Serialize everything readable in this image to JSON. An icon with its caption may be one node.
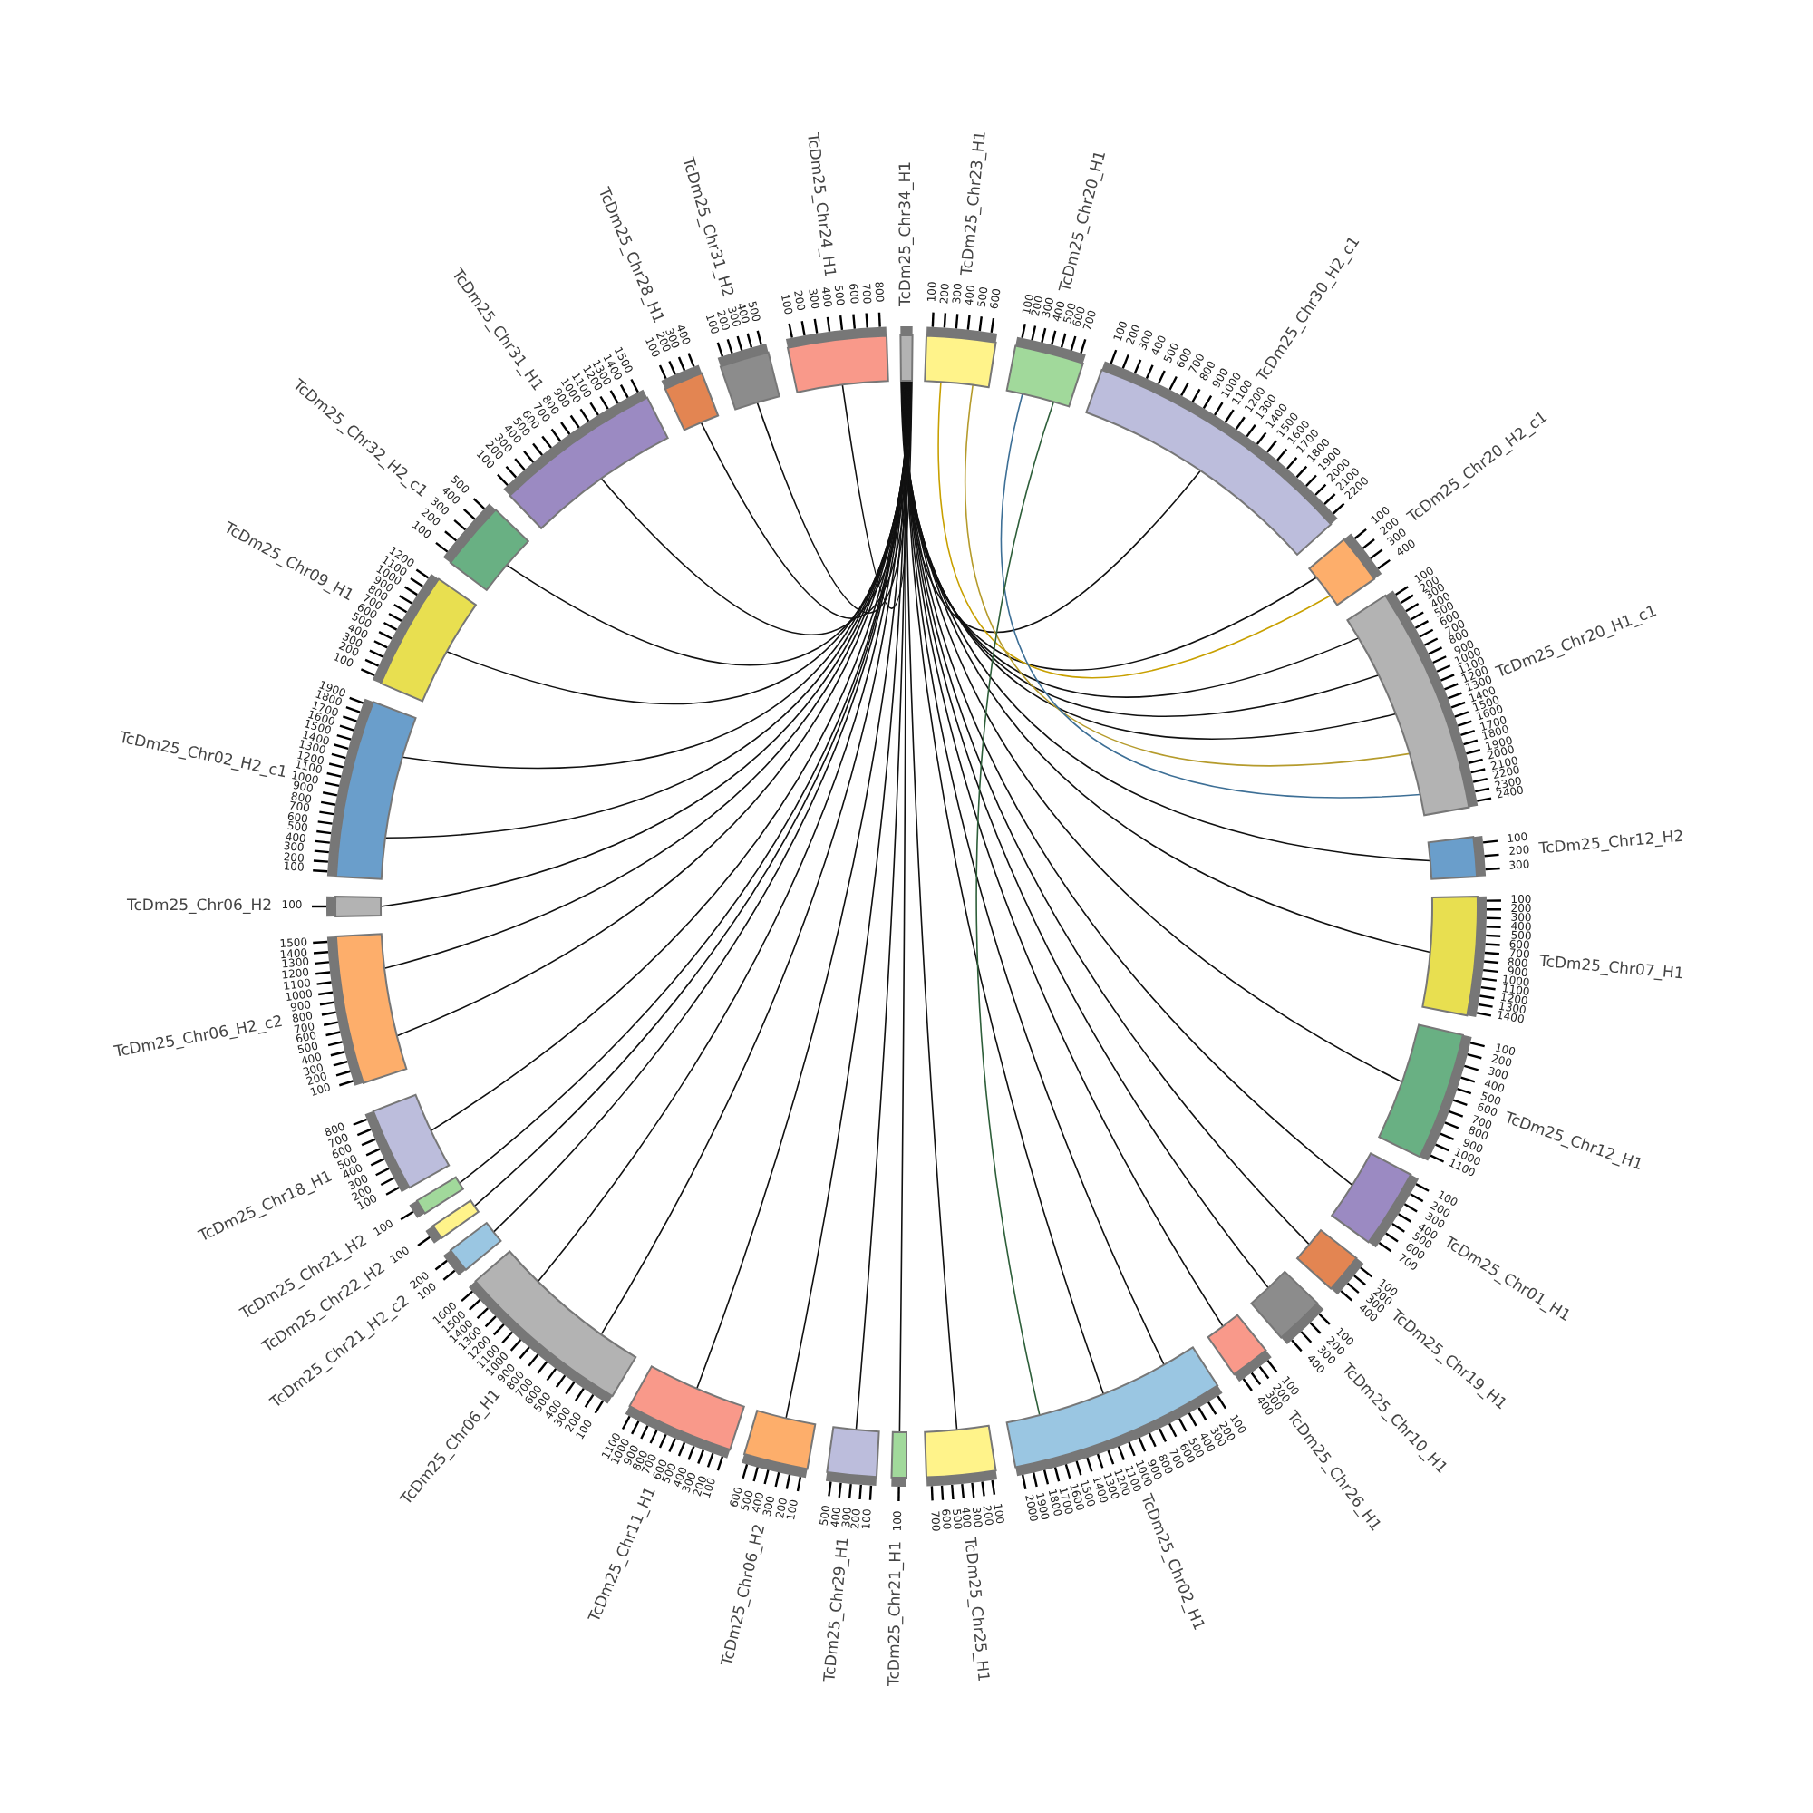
{
  "diagram": {
    "nodes": [
      {
        "text": [
          "TcDm25_Chr34_H1"
        ]
      },
      {
        "text": [
          "TcDm25_Chr23_H1"
        ],
        "beside": [
          "100",
          "200",
          "300",
          "400",
          "500",
          "600"
        ]
      },
      {
        "text": [
          "TcDm25_Chr20_H1"
        ],
        "beside": [
          "100",
          "200",
          "300",
          "400",
          "500",
          "600",
          "700"
        ]
      },
      {
        "text": [
          "TcDm25_Chr30_H2_c1"
        ],
        "beside": [
          "100",
          "200",
          "300",
          "400",
          "500",
          "600",
          "700",
          "800",
          "900",
          "1000",
          "1100",
          "1200",
          "1300",
          "1400",
          "1500",
          "1600",
          "1700",
          "1800",
          "1900",
          "2000",
          "2100",
          "2200"
        ]
      },
      {
        "text": [
          "TcDm25_Chr20_H2_c1"
        ],
        "beside": [
          "100",
          "200",
          "300",
          "400"
        ]
      },
      {
        "text": [
          "TcDm25_Chr20_H1_c1"
        ],
        "beside": [
          "100",
          "200",
          "300",
          "400",
          "500",
          "600",
          "700",
          "800",
          "900",
          "1000",
          "1100",
          "1200",
          "1300",
          "1400",
          "1500",
          "1600",
          "1700",
          "1800",
          "1900",
          "2000",
          "2100",
          "2200",
          "2300",
          "2400"
        ]
      },
      {
        "text": [
          "TcDm25_Chr12_H2"
        ],
        "beside": [
          "100",
          "200",
          "300"
        ]
      },
      {
        "text": [
          "TcDm25_Chr07_H1"
        ],
        "beside": [
          "100",
          "200",
          "300",
          "400",
          "500",
          "600",
          "700",
          "800",
          "900",
          "1000",
          "1100",
          "1200",
          "1300",
          "1400"
        ]
      },
      {
        "text": [
          "TcDm25_Chr12_H1"
        ],
        "beside": [
          "100",
          "200",
          "300",
          "400",
          "500",
          "600",
          "700",
          "800",
          "900",
          "1000",
          "1100"
        ]
      },
      {
        "text": [
          "TcDm25_Chr01_H1"
        ],
        "beside": [
          "100",
          "200",
          "300",
          "400",
          "500",
          "600",
          "700"
        ]
      },
      {
        "text": [
          "TcDm25_Chr19_H1"
        ],
        "beside": [
          "100",
          "200",
          "300",
          "400"
        ]
      },
      {
        "text": [
          "TcDm25_Chr10_H1"
        ],
        "beside": [
          "100",
          "200",
          "300",
          "400"
        ]
      },
      {
        "text": [
          "TcDm25_Chr26_H1"
        ],
        "beside": [
          "100",
          "200",
          "300",
          "400"
        ]
      },
      {
        "text": [
          "TcDm25_Chr02_H1"
        ],
        "beside": [
          "100",
          "200",
          "300",
          "400",
          "500",
          "600",
          "700",
          "800",
          "900",
          "1000",
          "1100",
          "1200",
          "1300",
          "1400",
          "1500",
          "1600",
          "1700",
          "1800",
          "1900",
          "2000"
        ]
      },
      {
        "text": [
          "TcDm25_Chr25_H1"
        ],
        "beside": [
          "100",
          "200",
          "300",
          "400",
          "500",
          "600",
          "700"
        ]
      },
      {
        "text": [
          "TcDm25_Chr21_H1"
        ],
        "beside": [
          "100"
        ]
      },
      {
        "text": [
          "TcDm25_Chr29_H1"
        ],
        "beside": [
          "100",
          "200",
          "300",
          "400",
          "500"
        ]
      },
      {
        "text": [
          "TcDm25_Chr06_H2"
        ],
        "beside": [
          "100",
          "200",
          "300",
          "400",
          "500",
          "600"
        ]
      },
      {
        "text": [
          "TcDm25_Chr11_H1"
        ],
        "beside": [
          "100",
          "200",
          "300",
          "400",
          "500",
          "600",
          "700",
          "800",
          "900",
          "1000",
          "1100"
        ]
      },
      {
        "text": [
          "TcDm25_Chr06_H1"
        ],
        "beside": [
          "100",
          "200",
          "300",
          "400",
          "500",
          "600",
          "700",
          "800",
          "900",
          "1000",
          "1100",
          "1200",
          "1300",
          "1400",
          "1500",
          "1600"
        ]
      },
      {
        "text": [
          "TcDm25_Chr21_H2_c2"
        ],
        "beside": [
          "100",
          "200"
        ]
      },
      {
        "text": [
          "TcDm25_Chr22_H2"
        ],
        "beside": [
          "100"
        ]
      },
      {
        "text": [
          "TcDm25_Chr21_H2"
        ],
        "beside": [
          "100"
        ]
      },
      {
        "text": [
          "TcDm25_Chr18_H1"
        ],
        "beside": [
          "100",
          "200",
          "300",
          "400",
          "500",
          "600",
          "700",
          "800"
        ]
      },
      {
        "text": [
          "TcDm25_Chr06_H2_c2"
        ],
        "beside": [
          "100",
          "200",
          "300",
          "400",
          "500",
          "600",
          "700",
          "800",
          "900",
          "1000",
          "1100",
          "1200",
          "1300",
          "1400",
          "1500"
        ]
      },
      {
        "text": [
          "TcDm25_Chr06_H2"
        ],
        "beside": [
          "100"
        ]
      },
      {
        "text": [
          "TcDm25_Chr02_H2_c1"
        ],
        "beside": [
          "100",
          "200",
          "300",
          "400",
          "500",
          "600",
          "700",
          "800",
          "900",
          "1000",
          "1100",
          "1200",
          "1300",
          "1400",
          "1500",
          "1600",
          "1700",
          "1800",
          "1900"
        ]
      },
      {
        "text": [
          "TcDm25_Chr09_H1"
        ],
        "beside": [
          "100",
          "200",
          "300",
          "400",
          "500",
          "600",
          "700",
          "800",
          "900",
          "1000",
          "1100",
          "1200"
        ]
      },
      {
        "text": [
          "TcDm25_Chr32_H2_c1"
        ],
        "beside": [
          "100",
          "200",
          "300",
          "400",
          "500"
        ]
      },
      {
        "text": [
          "TcDm25_Chr31_H1"
        ],
        "beside": [
          "100",
          "200",
          "300",
          "400",
          "500",
          "600",
          "700",
          "800",
          "900",
          "1000",
          "1100",
          "1200",
          "1300",
          "1400",
          "1500"
        ]
      },
      {
        "text": [
          "TcDm25_Chr28_H1"
        ],
        "beside": [
          "100",
          "200",
          "300",
          "400"
        ]
      },
      {
        "text": [
          "TcDm25_Chr31_H2"
        ],
        "beside": [
          "100",
          "200",
          "300",
          "400",
          "500"
        ]
      },
      {
        "text": [
          "TcDm25_Chr24_H1"
        ],
        "beside": [
          "100",
          "200",
          "300",
          "400",
          "500",
          "600",
          "700",
          "800"
        ]
      }
    ],
    "edges": [
      {
        "from": 0,
        "to": 3,
        "arrow": "none"
      },
      {
        "from": 0,
        "to": 4,
        "arrow": "none"
      },
      {
        "from": 0,
        "to": 5,
        "arrow": "none"
      },
      {
        "from": 0,
        "to": 5,
        "arrow": "none"
      },
      {
        "from": 0,
        "to": 5,
        "arrow": "none"
      },
      {
        "from": 0,
        "to": 6,
        "arrow": "none"
      },
      {
        "from": 0,
        "to": 7,
        "arrow": "none"
      },
      {
        "from": 0,
        "to": 8,
        "arrow": "none"
      },
      {
        "from": 0,
        "to": 9,
        "arrow": "none"
      },
      {
        "from": 0,
        "to": 10,
        "arrow": "none"
      },
      {
        "from": 0,
        "to": 11,
        "arrow": "none"
      },
      {
        "from": 0,
        "to": 12,
        "arrow": "none"
      },
      {
        "from": 0,
        "to": 13,
        "arrow": "none"
      },
      {
        "from": 0,
        "to": 13,
        "arrow": "none"
      },
      {
        "from": 0,
        "to": 14,
        "arrow": "none"
      },
      {
        "from": 0,
        "to": 15,
        "arrow": "none"
      },
      {
        "from": 0,
        "to": 16,
        "arrow": "none"
      },
      {
        "from": 0,
        "to": 17,
        "arrow": "none"
      },
      {
        "from": 0,
        "to": 18,
        "arrow": "none"
      },
      {
        "from": 0,
        "to": 19,
        "arrow": "none"
      },
      {
        "from": 0,
        "to": 19,
        "arrow": "none"
      },
      {
        "from": 0,
        "to": 20,
        "arrow": "none"
      },
      {
        "from": 0,
        "to": 21,
        "arrow": "none"
      },
      {
        "from": 0,
        "to": 22,
        "arrow": "none"
      },
      {
        "from": 0,
        "to": 23,
        "arrow": "none"
      },
      {
        "from": 0,
        "to": 24,
        "arrow": "none"
      },
      {
        "from": 0,
        "to": 24,
        "arrow": "none"
      },
      {
        "from": 0,
        "to": 25,
        "arrow": "none"
      },
      {
        "from": 0,
        "to": 26,
        "arrow": "none"
      },
      {
        "from": 0,
        "to": 26,
        "arrow": "none"
      },
      {
        "from": 0,
        "to": 27,
        "arrow": "none"
      },
      {
        "from": 0,
        "to": 28,
        "arrow": "none"
      },
      {
        "from": 0,
        "to": 29,
        "arrow": "none"
      },
      {
        "from": 0,
        "to": 30,
        "arrow": "none"
      },
      {
        "from": 0,
        "to": 31,
        "arrow": "none"
      },
      {
        "from": 0,
        "to": 32,
        "arrow": "none"
      },
      {
        "from": 1,
        "to": 4,
        "arrow": "none",
        "color": "#c8a000"
      },
      {
        "from": 1,
        "to": 5,
        "arrow": "none",
        "color": "#b59b2c"
      },
      {
        "from": 2,
        "to": 5,
        "arrow": "none",
        "color": "#3d6f96"
      },
      {
        "from": 2,
        "to": 13,
        "arrow": "none",
        "color": "#2e5f3a"
      }
    ]
  }
}
